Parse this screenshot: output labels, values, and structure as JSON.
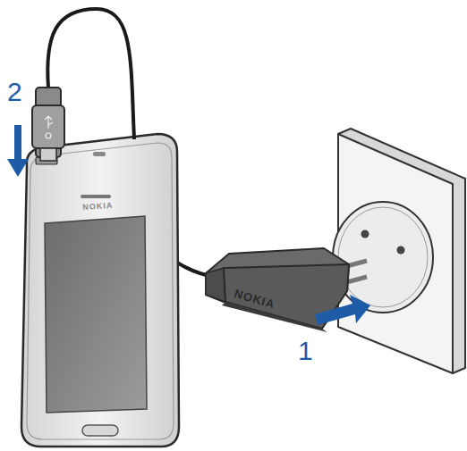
{
  "diagram": {
    "labels": [
      "2",
      "1",
      "NOKIA",
      "NOKIA"
    ]
  }
}
